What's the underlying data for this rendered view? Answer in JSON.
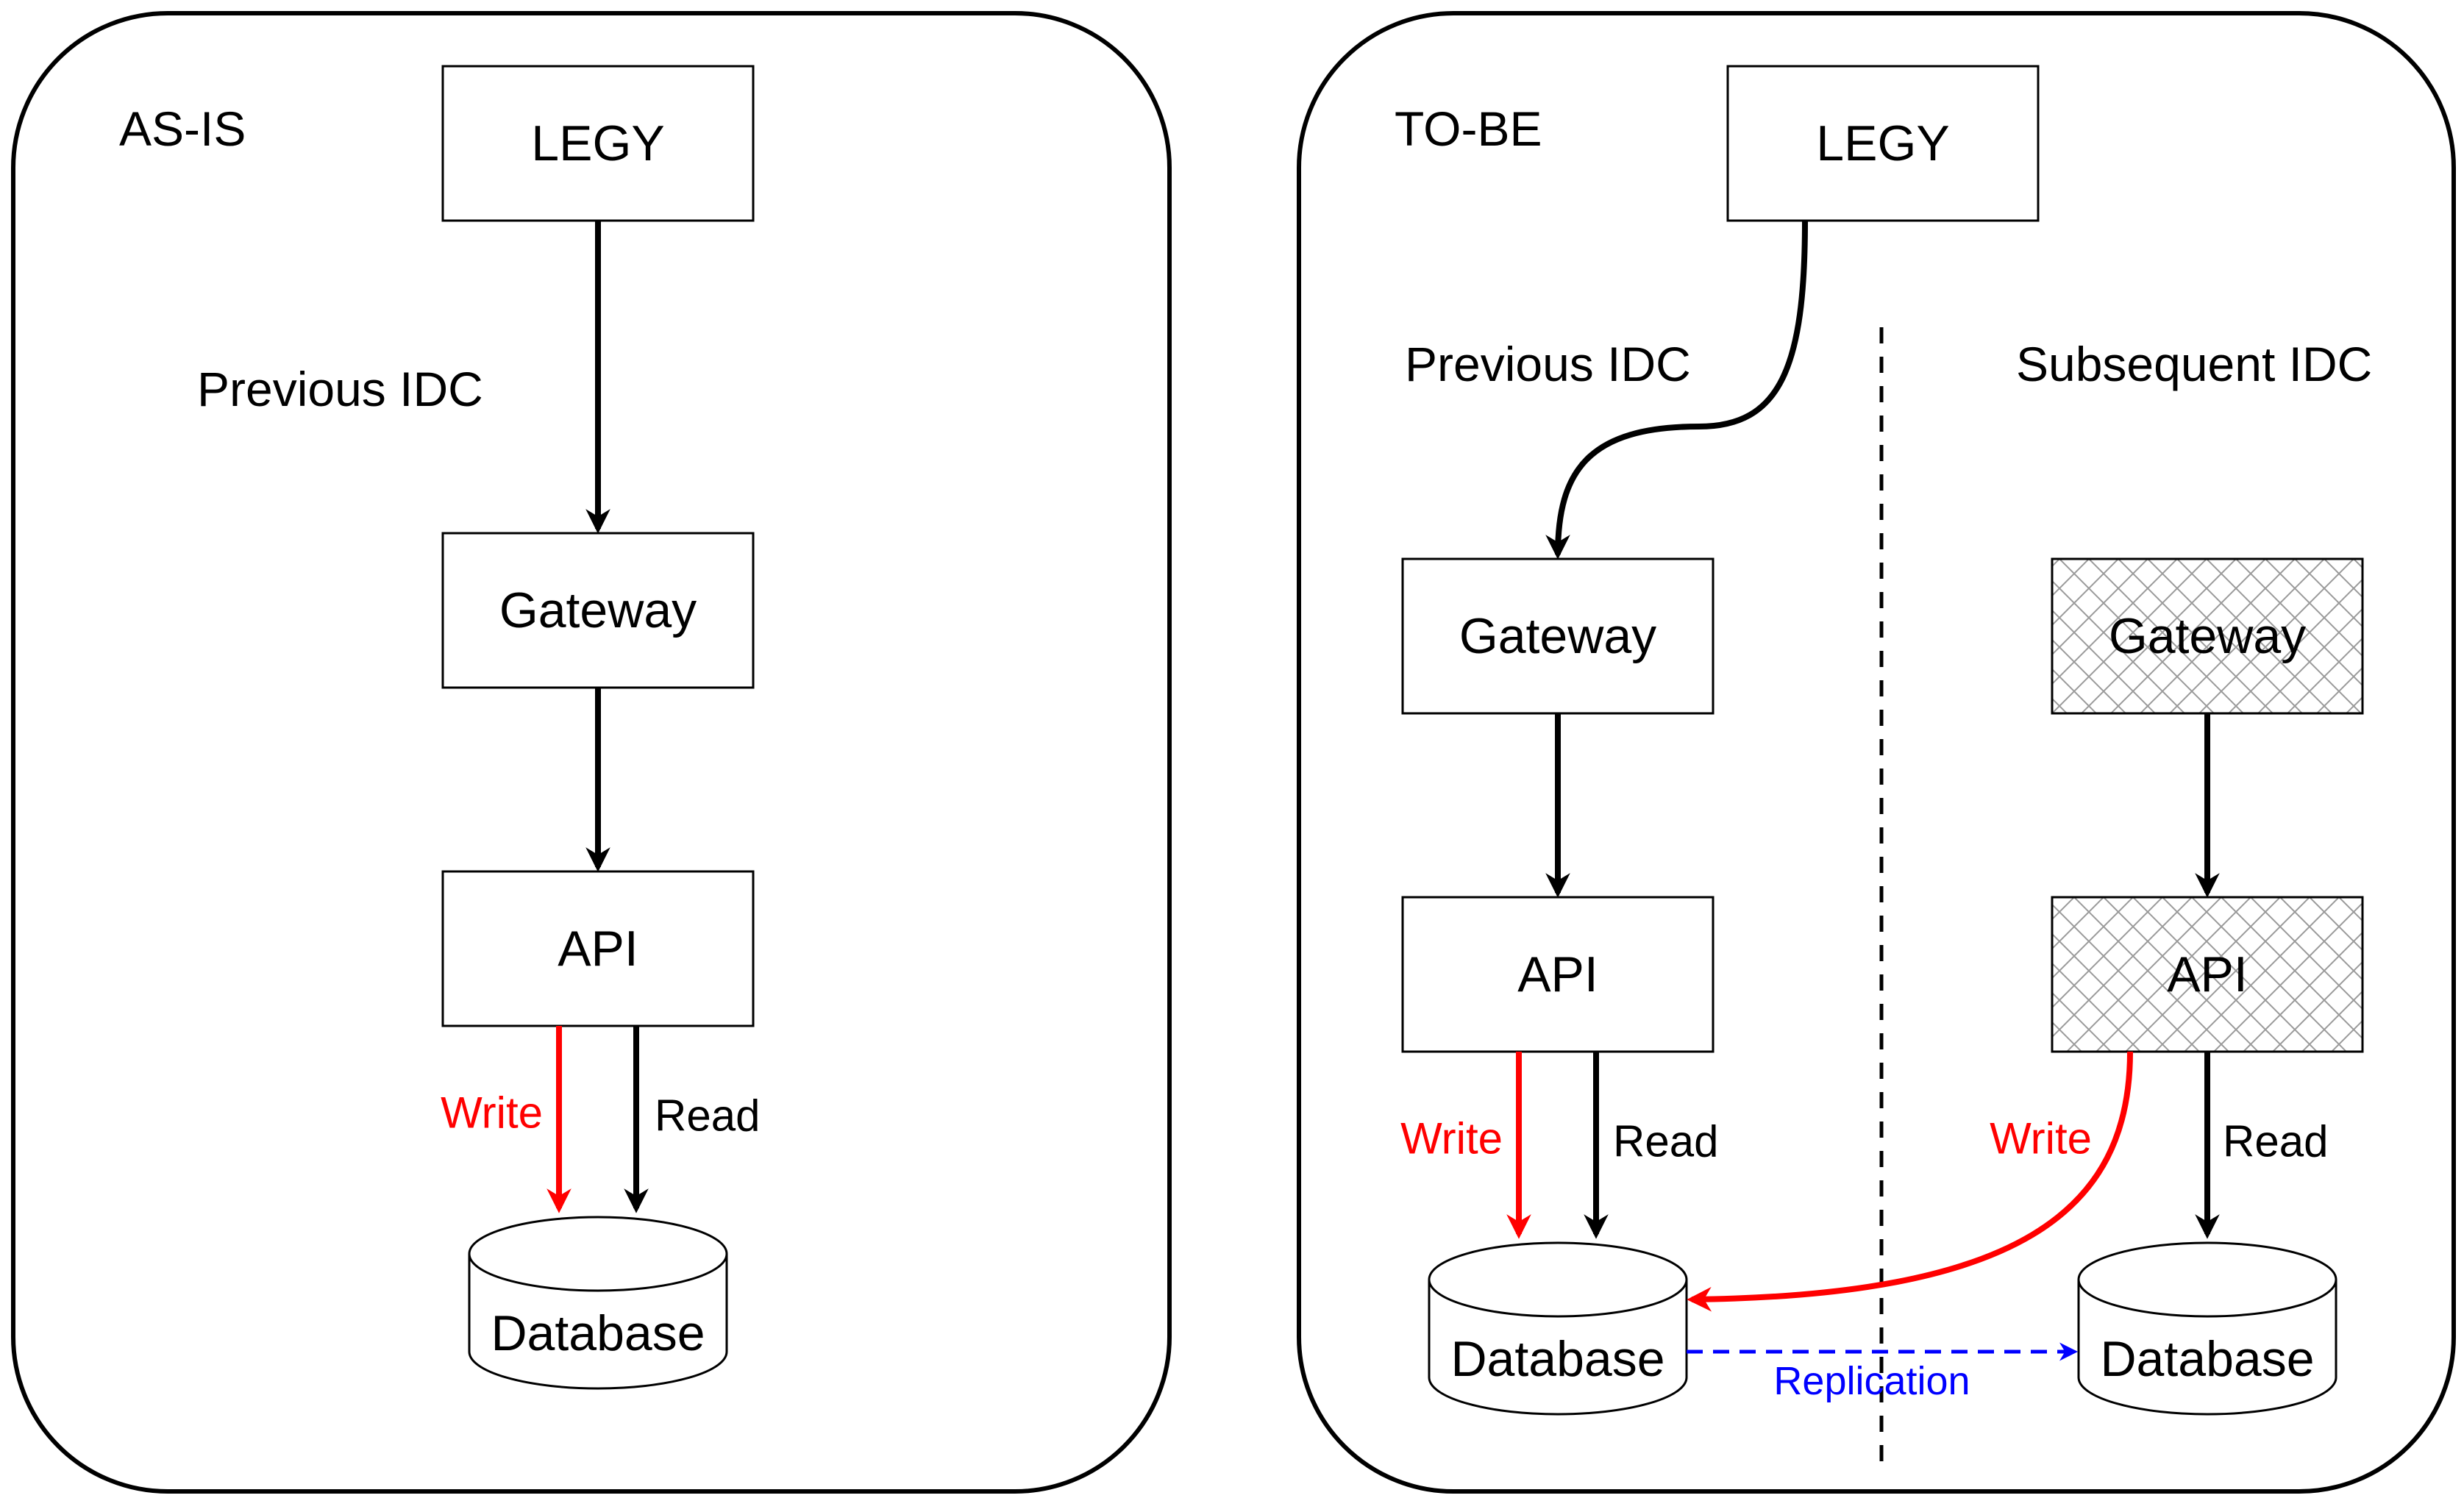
{
  "colors": {
    "write": "#ff0000",
    "replication": "#0000ff",
    "stroke": "#000000",
    "fill": "#ffffff"
  },
  "as_is": {
    "title": "AS-IS",
    "idc_label": "Previous IDC",
    "legy": "LEGY",
    "gateway": "Gateway",
    "api": "API",
    "database": "Database",
    "write": "Write",
    "read": "Read"
  },
  "to_be": {
    "title": "TO-BE",
    "previous": {
      "idc_label": "Previous IDC",
      "gateway": "Gateway",
      "api": "API",
      "database": "Database",
      "write": "Write",
      "read": "Read"
    },
    "legy": "LEGY",
    "subsequent": {
      "idc_label": "Subsequent IDC",
      "gateway": "Gateway",
      "api": "API",
      "database": "Database",
      "write": "Write",
      "read": "Read"
    },
    "replication": "Replication"
  }
}
